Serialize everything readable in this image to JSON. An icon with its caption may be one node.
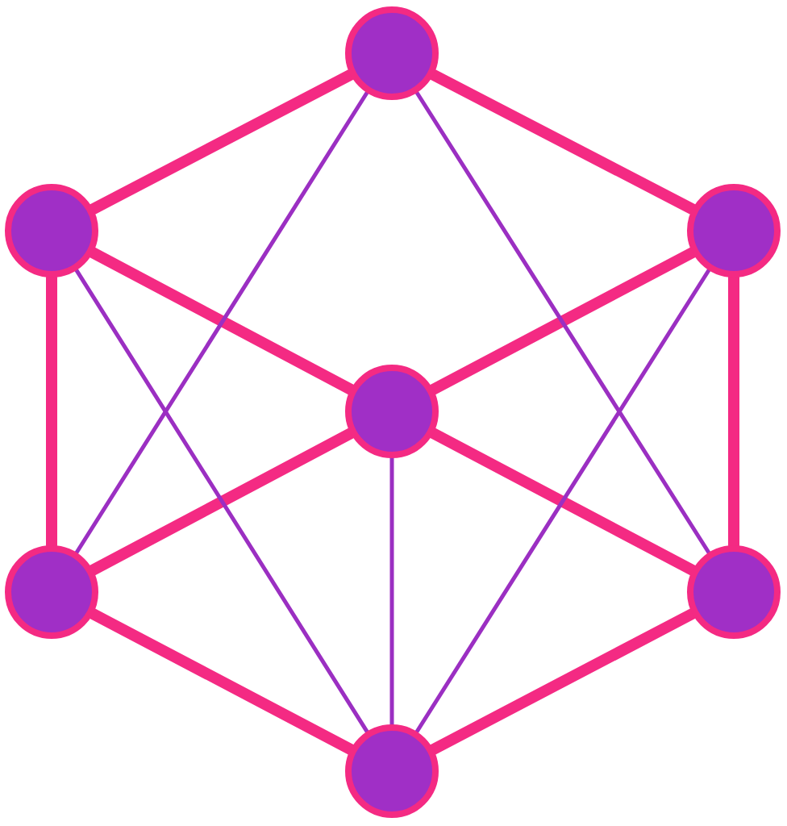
{
  "diagram": {
    "nodes": [
      {
        "text": [],
        "shape": "circle"
      },
      {
        "text": [],
        "shape": "circle"
      },
      {
        "text": [],
        "shape": "circle"
      },
      {
        "text": [],
        "shape": "circle"
      },
      {
        "text": [],
        "shape": "circle"
      },
      {
        "text": [],
        "shape": "circle"
      },
      {
        "text": [],
        "shape": "circle"
      }
    ],
    "edges": [
      {
        "from": 0,
        "to": 1,
        "arrow": "none"
      },
      {
        "from": 0,
        "to": 2,
        "arrow": "none"
      },
      {
        "from": 1,
        "to": 4,
        "arrow": "none"
      },
      {
        "from": 2,
        "to": 5,
        "arrow": "none"
      },
      {
        "from": 4,
        "to": 6,
        "arrow": "none"
      },
      {
        "from": 5,
        "to": 6,
        "arrow": "none"
      },
      {
        "from": 1,
        "to": 3,
        "arrow": "none"
      },
      {
        "from": 2,
        "to": 3,
        "arrow": "none"
      },
      {
        "from": 4,
        "to": 3,
        "arrow": "none"
      },
      {
        "from": 5,
        "to": 3,
        "arrow": "none"
      },
      {
        "from": 0,
        "to": 4,
        "arrow": "none",
        "color": "#9b2fc2"
      },
      {
        "from": 0,
        "to": 5,
        "arrow": "none",
        "color": "#9b2fc2"
      },
      {
        "from": 1,
        "to": 6,
        "arrow": "none",
        "color": "#9b2fc2"
      },
      {
        "from": 2,
        "to": 6,
        "arrow": "none",
        "color": "#9b2fc2"
      },
      {
        "from": 3,
        "to": 6,
        "arrow": "none",
        "color": "#9b2fc2"
      }
    ]
  }
}
